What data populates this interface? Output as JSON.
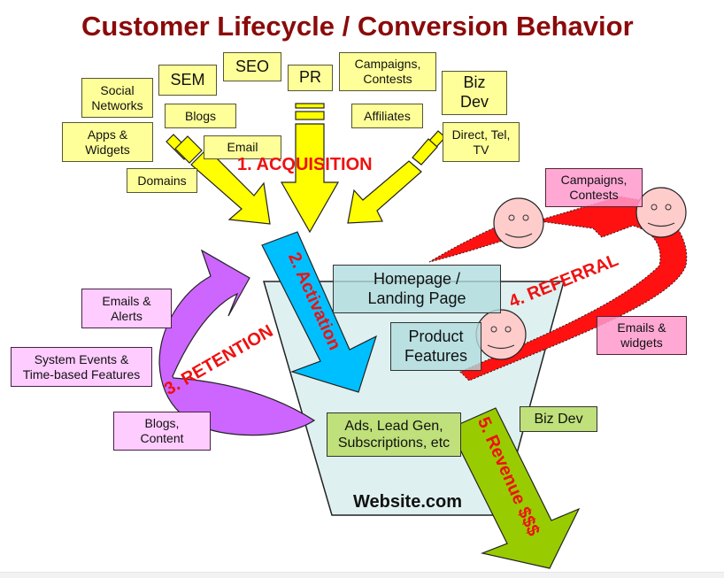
{
  "title": "Customer Lifecycle / Conversion Behavior",
  "colors": {
    "title": "#8b0a0a",
    "stage_label": "#ee1111",
    "acquisition_arrow": "#ffff00",
    "activation_arrow": "#00bfff",
    "retention_arrow": "#cc66ff",
    "referral_arrow": "#ff0000",
    "revenue_arrow": "#99cc00",
    "website_funnel": "#dff0f0",
    "smiley": "#ffcccc"
  },
  "stages": {
    "acquisition": "1. ACQUISITION",
    "activation": "2. Activation",
    "retention": "3. RETENTION",
    "referral": "4. REFERRAL",
    "revenue": "5. Revenue $$$"
  },
  "acquisition_channels": {
    "social_networks": "Social\nNetworks",
    "sem": "SEM",
    "seo": "SEO",
    "pr": "PR",
    "campaigns_contests": "Campaigns,\nContests",
    "biz_dev": "Biz\nDev",
    "blogs": "Blogs",
    "apps_widgets": "Apps &\nWidgets",
    "email": "Email",
    "affiliates": "Affiliates",
    "direct_tel_tv": "Direct, Tel,\nTV",
    "domains": "Domains"
  },
  "retention_channels": {
    "emails_alerts": "Emails &\nAlerts",
    "system_events": "System Events &\nTime-based Features",
    "blogs_content": "Blogs,\nContent"
  },
  "referral_channels": {
    "campaigns_contests": "Campaigns,\nContests",
    "emails_widgets": "Emails &\nwidgets"
  },
  "website": {
    "name": "Website.com",
    "homepage": "Homepage /\nLanding Page",
    "product_features": "Product\nFeatures",
    "ads_leadgen": "Ads, Lead Gen,\nSubscriptions, etc",
    "biz_dev": "Biz Dev"
  }
}
